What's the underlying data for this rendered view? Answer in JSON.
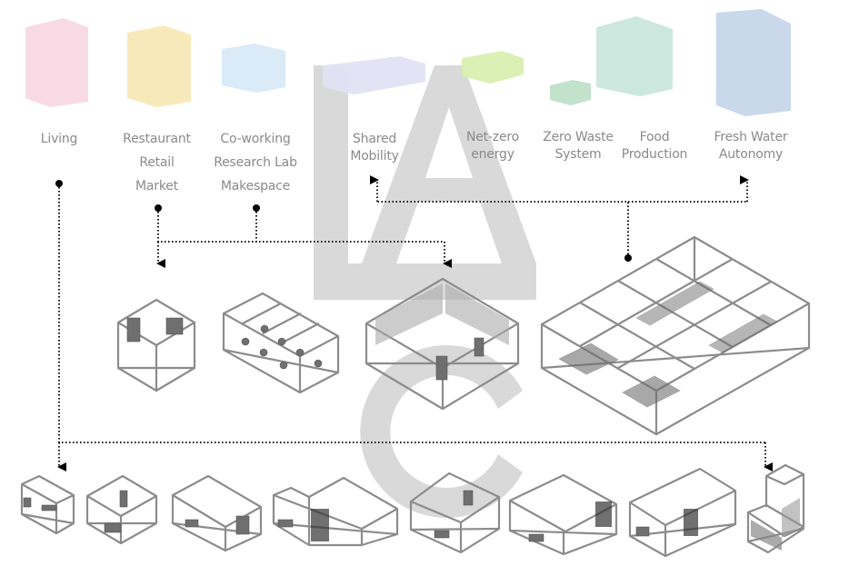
{
  "watermark": {
    "letters": [
      "L",
      "A",
      "C"
    ],
    "color": "#d9d9d9"
  },
  "programs": [
    {
      "id": "living",
      "lines": [
        "Living"
      ],
      "color": "#f6d6e1"
    },
    {
      "id": "commerce",
      "lines": [
        "Restaurant",
        "Retail",
        "Market"
      ],
      "color": "#f7e7b4"
    },
    {
      "id": "work",
      "lines": [
        "Co-working",
        "Research Lab",
        "Makespace"
      ],
      "color": "#d6e8f6"
    },
    {
      "id": "mobility",
      "lines": [
        "Shared",
        "Mobility"
      ],
      "color": "#e2e2f4"
    },
    {
      "id": "energy",
      "lines": [
        "Net-zero",
        "energy"
      ],
      "color": "#d8efb0"
    },
    {
      "id": "waste",
      "lines": [
        "Zero Waste",
        "System"
      ],
      "color": "#bfe0c8"
    },
    {
      "id": "food",
      "lines": [
        "Food",
        "Production"
      ],
      "color": "#c9e6dc"
    },
    {
      "id": "water",
      "lines": [
        "Fresh Water",
        "Autonomy"
      ],
      "color": "#c7d6ea"
    }
  ],
  "modules": {
    "middle_row": [
      "retail-unit",
      "restaurant-tables",
      "market-hall",
      "coworking-floor"
    ],
    "bottom_row": [
      "housing-1",
      "housing-2",
      "housing-3",
      "housing-4",
      "housing-5",
      "housing-6",
      "housing-7",
      "utility-unit"
    ]
  },
  "colors": {
    "label": "#8a8a8a",
    "frame": "#8c8c8c",
    "connector": "#111111"
  }
}
